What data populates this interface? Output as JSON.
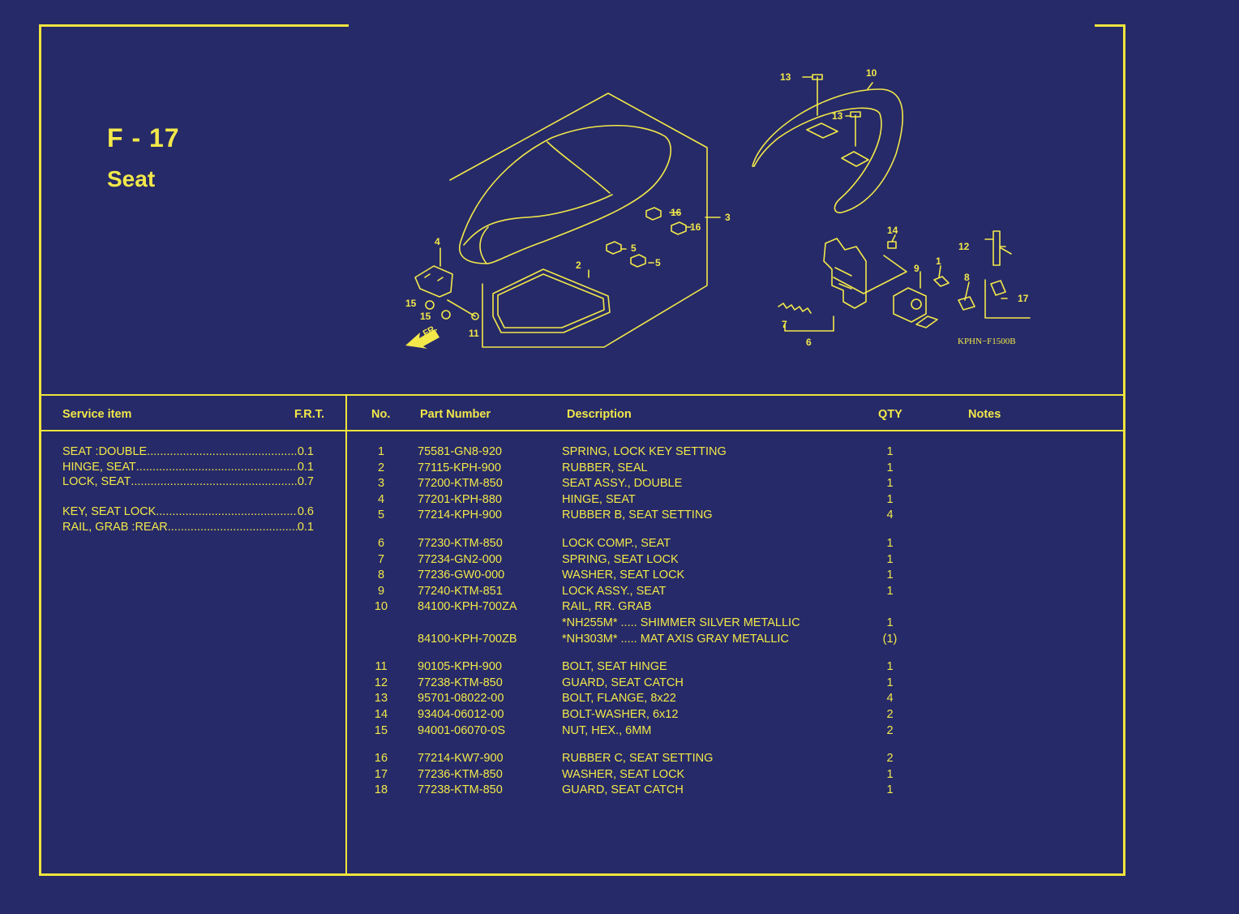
{
  "header": {
    "code": "F - 17",
    "title": "Seat"
  },
  "diagram": {
    "code": "KPHN−F1500B",
    "front_label": "FR.",
    "callouts": {
      "c1": "1",
      "c2": "2",
      "c3": "3",
      "c4": "4",
      "c5a": "5",
      "c5b": "5",
      "c6": "6",
      "c7": "7",
      "c8": "8",
      "c9": "9",
      "c10": "10",
      "c11": "11",
      "c12": "12",
      "c13a": "13",
      "c13b": "13",
      "c14": "14",
      "c15a": "15",
      "c15b": "15",
      "c16a": "16",
      "c16b": "16",
      "c17": "17"
    }
  },
  "service": {
    "col_item": "Service item",
    "col_frt": "F.R.T.",
    "items": [
      {
        "name": "SEAT :DOUBLE",
        "frt": "0.1"
      },
      {
        "name": "HINGE, SEAT ",
        "frt": "0.1"
      },
      {
        "name": "LOCK, SEAT",
        "frt": "0.7"
      },
      {
        "name": "KEY, SEAT LOCK",
        "frt": "0.6"
      },
      {
        "name": "RAIL, GRAB :REAR ",
        "frt": "0.1"
      }
    ]
  },
  "parts": {
    "col_no": "No.",
    "col_part": "Part Number",
    "col_desc": "Description",
    "col_qty": "QTY",
    "col_notes": "Notes",
    "rows": [
      {
        "no": "1",
        "part": "75581-GN8-920",
        "desc": "SPRING, LOCK KEY SETTING",
        "qty": "1"
      },
      {
        "no": "2",
        "part": "77115-KPH-900",
        "desc": "RUBBER, SEAL",
        "qty": "1"
      },
      {
        "no": "3",
        "part": "77200-KTM-850",
        "desc": "SEAT ASSY., DOUBLE",
        "qty": "1"
      },
      {
        "no": "4",
        "part": "77201-KPH-880",
        "desc": "HINGE, SEAT",
        "qty": "1"
      },
      {
        "no": "5",
        "part": "77214-KPH-900",
        "desc": "RUBBER B, SEAT SETTING",
        "qty": "4"
      },
      {
        "no": "6",
        "part": "77230-KTM-850",
        "desc": "LOCK COMP., SEAT",
        "qty": "1"
      },
      {
        "no": "7",
        "part": "77234-GN2-000",
        "desc": "SPRING, SEAT LOCK",
        "qty": "1"
      },
      {
        "no": "8",
        "part": "77236-GW0-000",
        "desc": "WASHER, SEAT LOCK",
        "qty": "1"
      },
      {
        "no": "9",
        "part": "77240-KTM-851",
        "desc": "LOCK ASSY., SEAT",
        "qty": "1"
      },
      {
        "no": "10",
        "part": "84100-KPH-700ZA",
        "desc": "RAIL, RR. GRAB",
        "qty": ""
      },
      {
        "no": "",
        "part": "",
        "desc": "*NH255M*  ..... SHIMMER SILVER METALLIC",
        "qty": "1"
      },
      {
        "no": "",
        "part": "84100-KPH-700ZB",
        "desc": "*NH303M*  ..... MAT AXIS GRAY METALLIC",
        "qty": "(1)"
      },
      {
        "no": "11",
        "part": "90105-KPH-900",
        "desc": "BOLT, SEAT HINGE",
        "qty": "1"
      },
      {
        "no": "12",
        "part": "77238-KTM-850",
        "desc": "GUARD, SEAT CATCH",
        "qty": "1"
      },
      {
        "no": "13",
        "part": "95701-08022-00",
        "desc": "BOLT, FLANGE, 8x22",
        "qty": "4"
      },
      {
        "no": "14",
        "part": "93404-06012-00",
        "desc": "BOLT-WASHER, 6x12",
        "qty": "2"
      },
      {
        "no": "15",
        "part": "94001-06070-0S",
        "desc": "NUT, HEX., 6MM",
        "qty": "2"
      },
      {
        "no": "16",
        "part": "77214-KW7-900",
        "desc": "RUBBER C, SEAT SETTING",
        "qty": "2"
      },
      {
        "no": "17",
        "part": "77236-KTM-850",
        "desc": "WASHER, SEAT LOCK",
        "qty": "1"
      },
      {
        "no": "18",
        "part": "77238-KTM-850",
        "desc": "GUARD, SEAT CATCH",
        "qty": "1"
      }
    ]
  },
  "colors": {
    "background": "#262a68",
    "ink": "#f2e84a"
  }
}
